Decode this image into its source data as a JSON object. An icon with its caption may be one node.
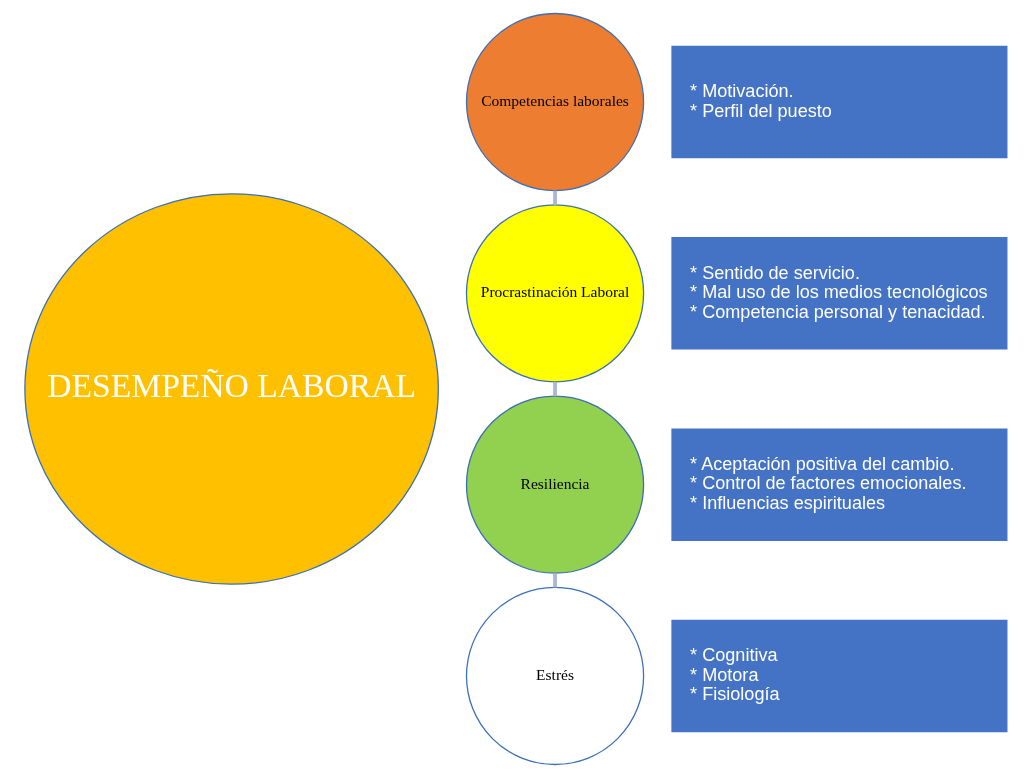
{
  "diagram": {
    "nodes": [
      {
        "text": [
          "DESEMPEÑO LABORAL"
        ]
      },
      {
        "text": [
          "Competencias laborales"
        ]
      },
      {
        "text": [
          "* Motivación.",
          "* Perfil del puesto"
        ]
      },
      {
        "text": [
          "Procrastinación Laboral"
        ]
      },
      {
        "text": [
          "* Sentido de servicio.",
          "* Mal uso de los medios tecnológicos",
          "* Competencia personal y tenacidad."
        ]
      },
      {
        "text": [
          "Resiliencia"
        ]
      },
      {
        "text": [
          "* Aceptación positiva del cambio.",
          "* Control de factores emocionales.",
          "* Influencias espirituales"
        ]
      },
      {
        "text": [
          "Estrés"
        ]
      },
      {
        "text": [
          "* Cognitiva",
          "* Motora",
          "* Fisiología"
        ]
      }
    ],
    "edges": [
      {
        "from": 1,
        "to": 3,
        "arrow": "none"
      },
      {
        "from": 3,
        "to": 5,
        "arrow": "none"
      },
      {
        "from": 5,
        "to": 7,
        "arrow": "none"
      }
    ]
  }
}
